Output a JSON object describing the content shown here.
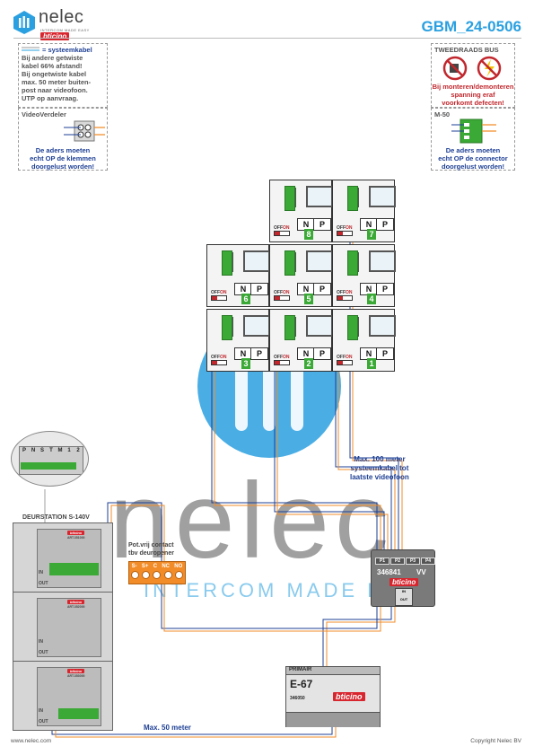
{
  "brand": {
    "name": "nelec",
    "sub": "INTERCOM MADE EASY",
    "partner": "bticino"
  },
  "doc_code": "GBM_24-0506",
  "notes": {
    "cable": {
      "title": "= systeemkabel",
      "lines": [
        "Bij andere getwiste",
        "kabel 66% afstand!",
        "Bij ongetwiste kabel",
        "max. 50 meter buiten-",
        "post naar videofoon.",
        "UTP op aanvraag."
      ]
    },
    "bus": {
      "title": "TWEEDRAADS BUS",
      "warning": [
        "Bij monteren/demonteren",
        "spanning eraf",
        "voorkomt defecten!"
      ]
    },
    "splitter": {
      "title": "VideoVerdeler",
      "lines": [
        "De aders moeten",
        "echt OP de klemmen",
        "doorgelust worden!"
      ]
    },
    "m50": {
      "title": "M-50",
      "lines": [
        "De aders moeten",
        "echt OP de connector",
        "doorgelust worden!"
      ]
    }
  },
  "terminal_labels": [
    "P",
    "N",
    "S",
    "T",
    "M",
    "1",
    "2"
  ],
  "door_station": {
    "title": "DEURSTATION S-140V",
    "art1": "ART.351000",
    "art2": "ART.352000",
    "art3": "ART.353000",
    "in": "IN",
    "out": "OUT"
  },
  "relay": {
    "label": [
      "Pot.vrij contact",
      "tbv deuropener"
    ],
    "terminals": [
      "S-",
      "S+",
      "C",
      "NC",
      "NO"
    ]
  },
  "switch_off": "OFF",
  "switch_on": "ON",
  "np": {
    "n": "N",
    "p": "P"
  },
  "monitors": [
    {
      "num": "8"
    },
    {
      "num": "7"
    },
    {
      "num": "6"
    },
    {
      "num": "5"
    },
    {
      "num": "4"
    },
    {
      "num": "3"
    },
    {
      "num": "2"
    },
    {
      "num": "1"
    }
  ],
  "distributor": {
    "ports": [
      "P1",
      "P2",
      "P3",
      "P4"
    ],
    "code": "346841",
    "vv": "VV",
    "in": "IN",
    "out": "OUT"
  },
  "power": {
    "primair": "PRIMAIR",
    "name": "E-67",
    "code": "346050"
  },
  "labels": {
    "max100": [
      "Max. 100 meter",
      "systeemkabel tot",
      "laatste videofoon"
    ],
    "max50": "Max. 50 meter"
  },
  "watermark": {
    "word": "nelec",
    "tagline": "INTERCOM MADE EASY"
  },
  "footer": {
    "left": "www.nelec.com",
    "right": "Copyright Nelec BV"
  },
  "colors": {
    "accent": "#2aa0e0",
    "bticino": "#d8262f",
    "green": "#3aa935",
    "orange": "#f28c28",
    "navy": "#1d3f94"
  }
}
